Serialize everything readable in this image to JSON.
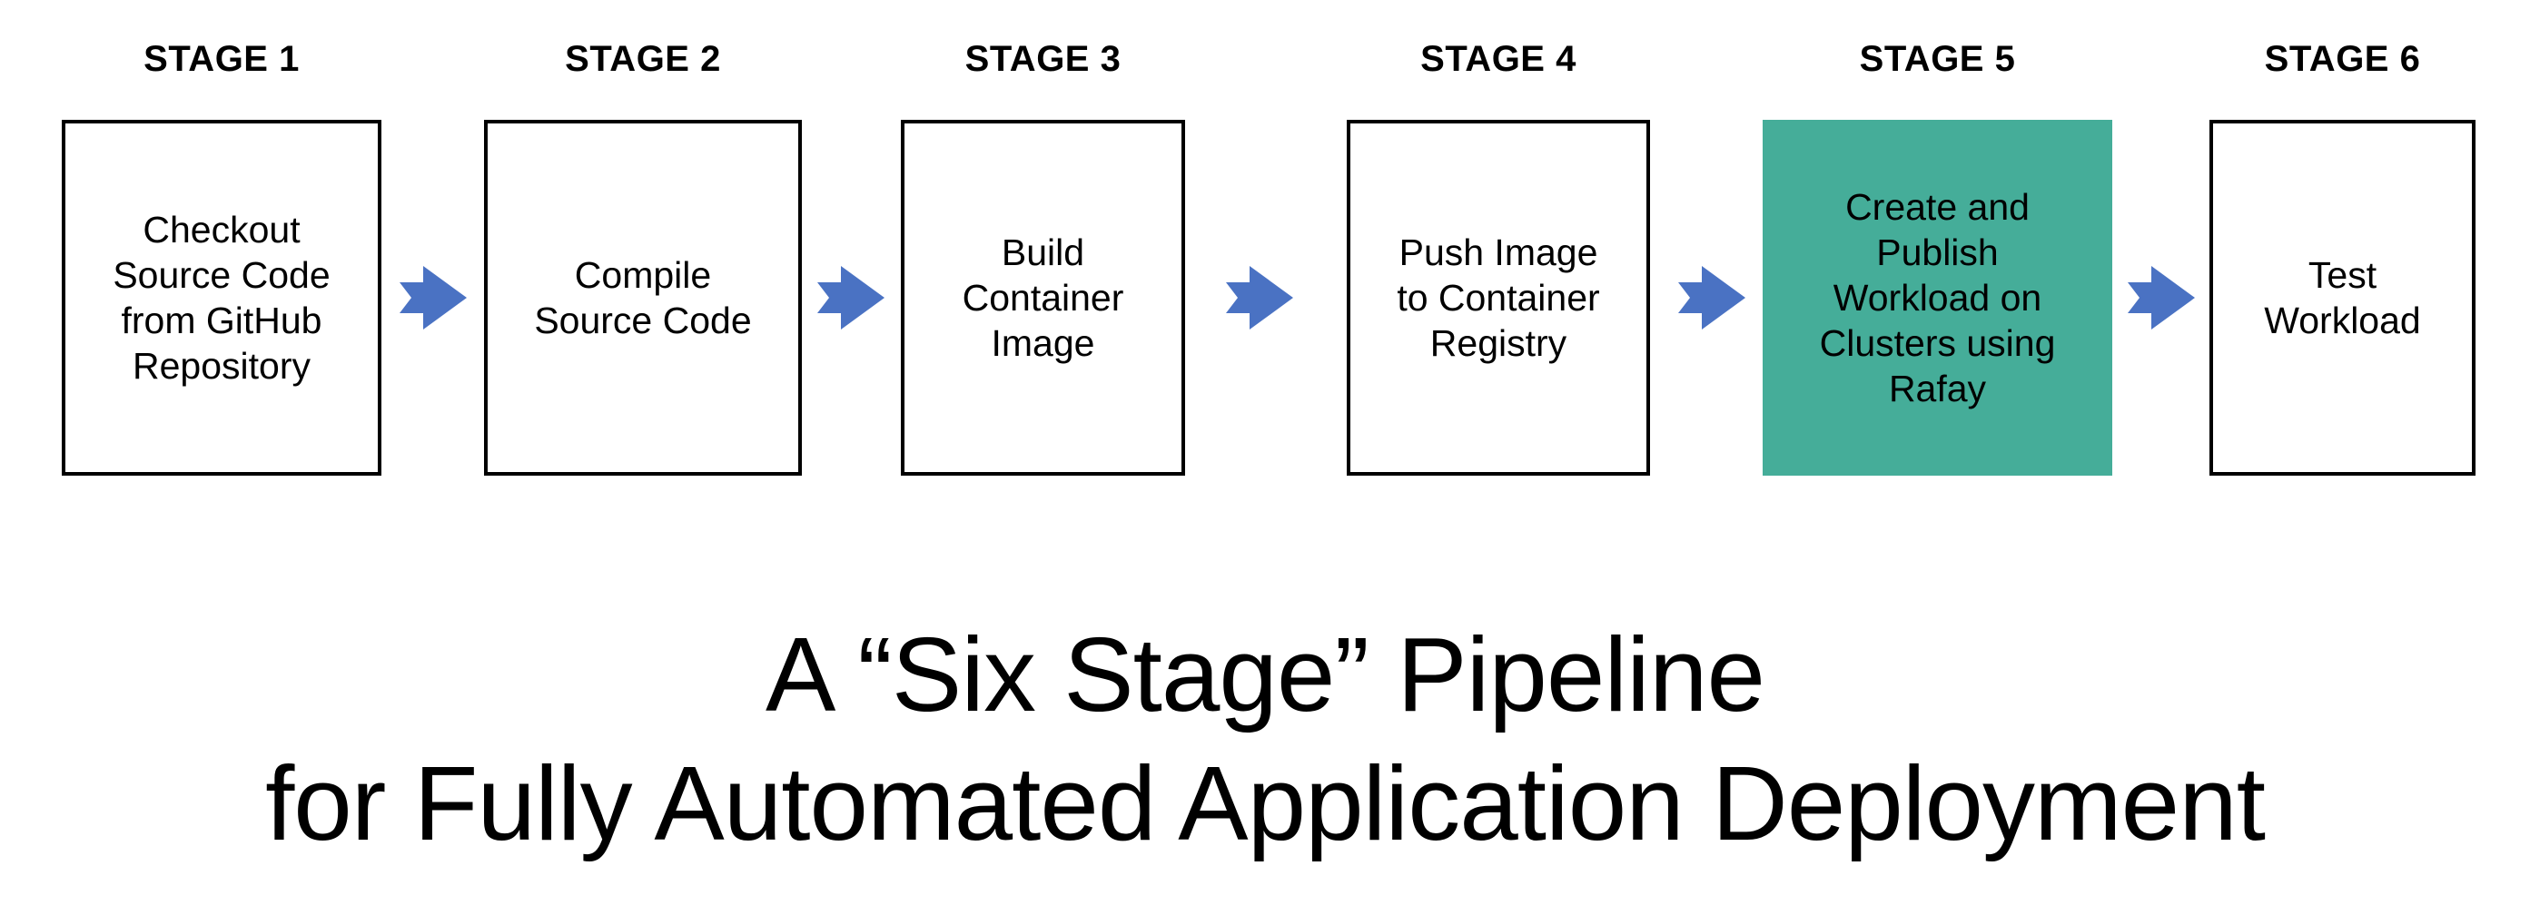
{
  "diagram": {
    "background_color": "#ffffff",
    "arrow_color": "#4a72c3",
    "highlight_color": "#45ad99",
    "box_border_color": "#000000",
    "stages": [
      {
        "label": "STAGE 1",
        "text": "Checkout\nSource Code\nfrom GitHub\nRepository",
        "highlighted": false
      },
      {
        "label": "STAGE 2",
        "text": "Compile\nSource Code",
        "highlighted": false
      },
      {
        "label": "STAGE 3",
        "text": "Build\nContainer\nImage",
        "highlighted": false
      },
      {
        "label": "STAGE 4",
        "text": "Push Image\nto Container\nRegistry",
        "highlighted": false
      },
      {
        "label": "STAGE 5",
        "text": "Create and\nPublish\nWorkload on\nClusters using\nRafay",
        "highlighted": true
      },
      {
        "label": "STAGE 6",
        "text": "Test\nWorkload",
        "highlighted": false
      }
    ],
    "connectors": [
      {
        "name": "arrow-1-to-2",
        "icon": "right-arrow-icon"
      },
      {
        "name": "arrow-2-to-3",
        "icon": "right-arrow-icon"
      },
      {
        "name": "arrow-3-to-4",
        "icon": "right-arrow-icon"
      },
      {
        "name": "arrow-4-to-5",
        "icon": "right-arrow-icon"
      },
      {
        "name": "arrow-5-to-6",
        "icon": "right-arrow-icon"
      }
    ],
    "caption": "A “Six Stage” Pipeline\nfor Fully Automated Application Deployment"
  }
}
